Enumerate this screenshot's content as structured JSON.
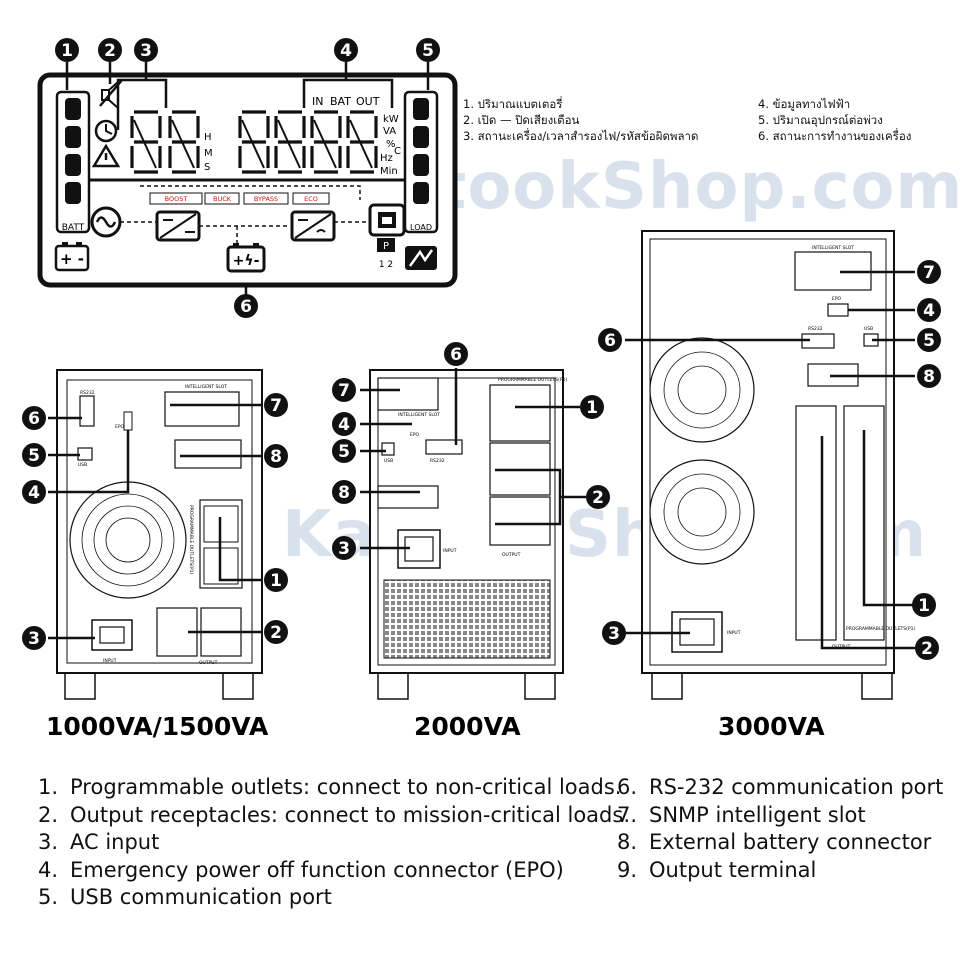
{
  "watermark": "KaitookShop.com",
  "lcd": {
    "top_labels": [
      "IN",
      "BAT",
      "OUT"
    ],
    "units": [
      "kW",
      "VA",
      "%",
      "C",
      "Hz",
      "Min"
    ],
    "hms": [
      "H",
      "M",
      "S"
    ],
    "segment_left": "88",
    "segment_right": "8888",
    "batt_label": "BATT",
    "load_label": "LOAD",
    "modes": [
      "BOOST",
      "BUCK",
      "BYPASS",
      "ECO"
    ],
    "p_label": "P",
    "outlet_nums": "1  2",
    "callouts": [
      "1",
      "2",
      "3",
      "4",
      "5",
      "6"
    ]
  },
  "lcd_legend": {
    "left": [
      "1. ปริมาณแบตเตอรี่",
      "2. เปิด — ปิดเสียงเตือน",
      "3. สถานะเครื่อง/เวลาสำรองไฟ/รหัสข้อผิดพลาด"
    ],
    "right": [
      "4. ข้อมูลทางไฟฟ้า",
      "5. ปริมาณอุปกรณ์ต่อพ่วง",
      "6. สถานะการทำงานของเครื่อง"
    ]
  },
  "models": [
    {
      "title": "1000VA/1500VA",
      "labels": {
        "intelligent_slot": "INTELLIGENT SLOT",
        "rs232": "RS232",
        "usb": "USB",
        "epo": "EPO",
        "programmable": "PROGRAMMABLE OUTLETS(P1)",
        "input": "INPUT",
        "output": "OUTPUT"
      },
      "callouts": [
        "7",
        "6",
        "5",
        "4",
        "8",
        "1",
        "3",
        "2"
      ]
    },
    {
      "title": "2000VA",
      "labels": {
        "intelligent_slot": "INTELLIGENT SLOT",
        "rs232": "RS232",
        "usb": "USB",
        "epo": "EPO",
        "programmable": "PROGRAMMABLE OUTLETS(P1)",
        "input": "INPUT",
        "output": "OUTPUT"
      },
      "callouts": [
        "6",
        "7",
        "4",
        "5",
        "1",
        "8",
        "2",
        "3"
      ]
    },
    {
      "title": "3000VA",
      "labels": {
        "intelligent_slot": "INTELLIGENT SLOT",
        "rs232": "RS232",
        "usb": "USB",
        "epo": "EPO",
        "programmable": "PROGRAMMABLE OUTLETS(P1)",
        "input": "INPUT",
        "output": "OUTPUT"
      },
      "callouts": [
        "7",
        "4",
        "6",
        "5",
        "8",
        "1",
        "3",
        "2"
      ]
    }
  ],
  "legend": {
    "left": [
      {
        "num": "1.",
        "text": "Programmable outlets: connect to non-critical loads."
      },
      {
        "num": "2.",
        "text": "Output receptacles: connect to mission-critical loads."
      },
      {
        "num": "3.",
        "text": "AC input"
      },
      {
        "num": "4.",
        "text": "Emergency power off function connector (EPO)"
      },
      {
        "num": "5.",
        "text": "USB communication port"
      }
    ],
    "right": [
      {
        "num": "6.",
        "text": "RS-232 communication port"
      },
      {
        "num": "7.",
        "text": "SNMP intelligent slot"
      },
      {
        "num": "8.",
        "text": "External battery connector"
      },
      {
        "num": "9.",
        "text": "Output terminal"
      }
    ]
  }
}
